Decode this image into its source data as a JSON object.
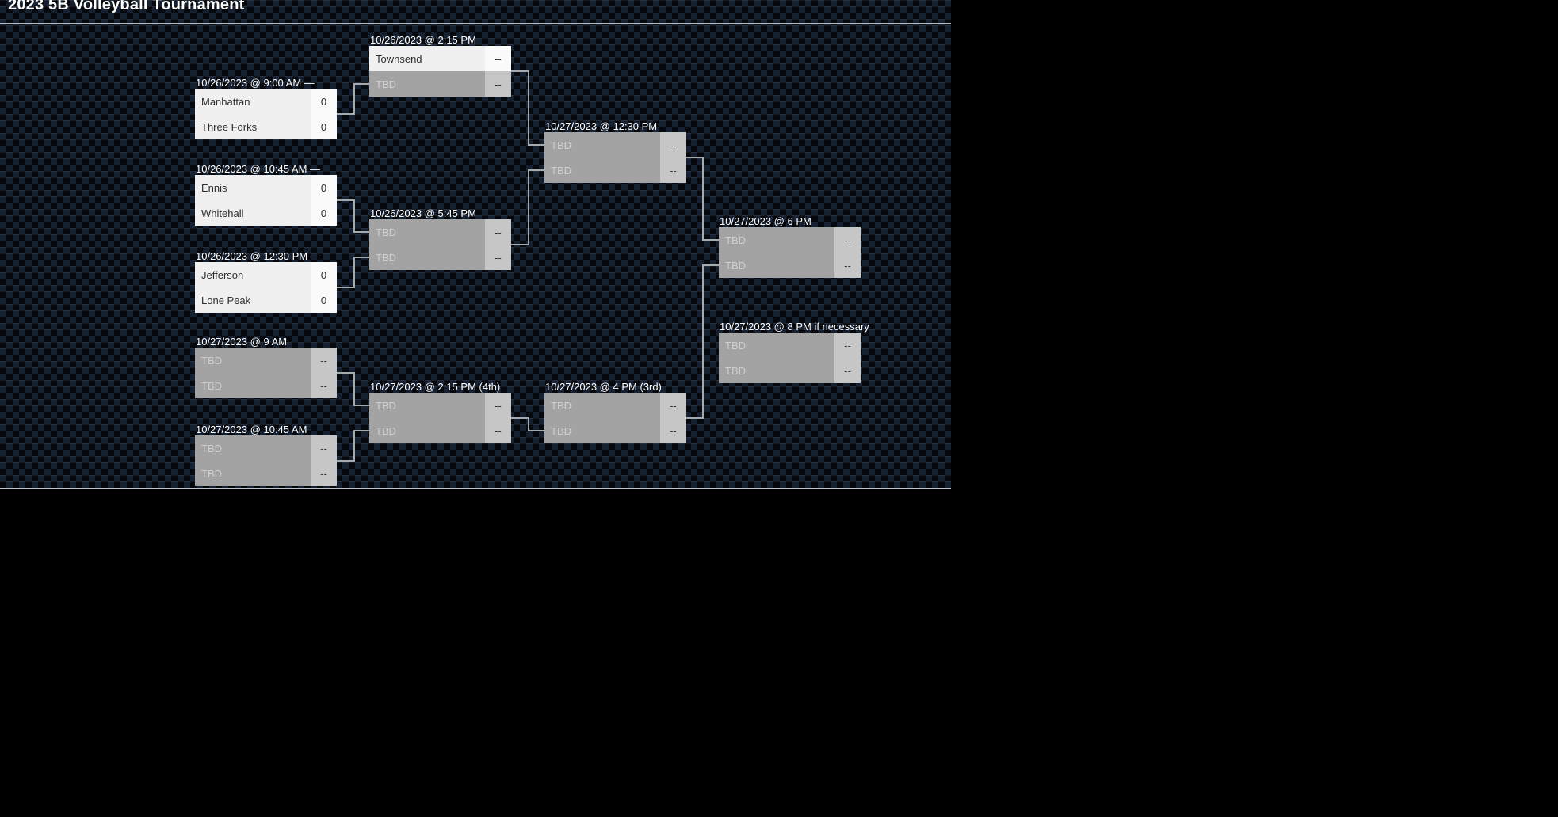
{
  "page": {
    "title": "2023 5B Volleyball Tournament"
  },
  "colors": {
    "page_background": "#000000",
    "panel_texture_dark": "#05080d",
    "panel_texture_light": "#152031",
    "title_text": "#ffffff",
    "known_row_bg": "#f0f0f0",
    "known_score_bg": "#fafafa",
    "tbd_row_bg": "#a3a3a3",
    "tbd_score_bg": "#c6c6c6",
    "connector_line": "#a6aaad"
  },
  "matches": [
    {
      "label": "10/26/2023 @ 2:15 PM",
      "teams": [
        {
          "name": "Townsend",
          "score": "--"
        },
        {
          "name": "TBD",
          "score": "--"
        }
      ]
    },
    {
      "label": "10/26/2023 @ 9:00 AM —",
      "teams": [
        {
          "name": "Manhattan",
          "score": "0"
        },
        {
          "name": "Three Forks",
          "score": "0"
        }
      ]
    },
    {
      "label": "10/26/2023 @ 10:45 AM —",
      "teams": [
        {
          "name": "Ennis",
          "score": "0"
        },
        {
          "name": "Whitehall",
          "score": "0"
        }
      ]
    },
    {
      "label": "10/26/2023 @ 12:30 PM —",
      "teams": [
        {
          "name": "Jefferson",
          "score": "0"
        },
        {
          "name": "Lone Peak",
          "score": "0"
        }
      ]
    },
    {
      "label": "10/26/2023 @ 5:45 PM",
      "teams": [
        {
          "name": "TBD",
          "score": "--"
        },
        {
          "name": "TBD",
          "score": "--"
        }
      ]
    },
    {
      "label": "10/27/2023 @ 12:30 PM",
      "teams": [
        {
          "name": "TBD",
          "score": "--"
        },
        {
          "name": "TBD",
          "score": "--"
        }
      ]
    },
    {
      "label": "10/27/2023 @ 6 PM",
      "teams": [
        {
          "name": "TBD",
          "score": "--"
        },
        {
          "name": "TBD",
          "score": "--"
        }
      ]
    },
    {
      "label": "10/27/2023 @ 8 PM if necessary",
      "teams": [
        {
          "name": "TBD",
          "score": "--"
        },
        {
          "name": "TBD",
          "score": "--"
        }
      ]
    },
    {
      "label": "10/27/2023 @ 9 AM",
      "teams": [
        {
          "name": "TBD",
          "score": "--"
        },
        {
          "name": "TBD",
          "score": "--"
        }
      ]
    },
    {
      "label": "10/27/2023 @ 10:45 AM",
      "teams": [
        {
          "name": "TBD",
          "score": "--"
        },
        {
          "name": "TBD",
          "score": "--"
        }
      ]
    },
    {
      "label": "10/27/2023 @ 2:15 PM (4th)",
      "teams": [
        {
          "name": "TBD",
          "score": "--"
        },
        {
          "name": "TBD",
          "score": "--"
        }
      ]
    },
    {
      "label": "10/27/2023 @ 4 PM (3rd)",
      "teams": [
        {
          "name": "TBD",
          "score": "--"
        },
        {
          "name": "TBD",
          "score": "--"
        }
      ]
    }
  ]
}
